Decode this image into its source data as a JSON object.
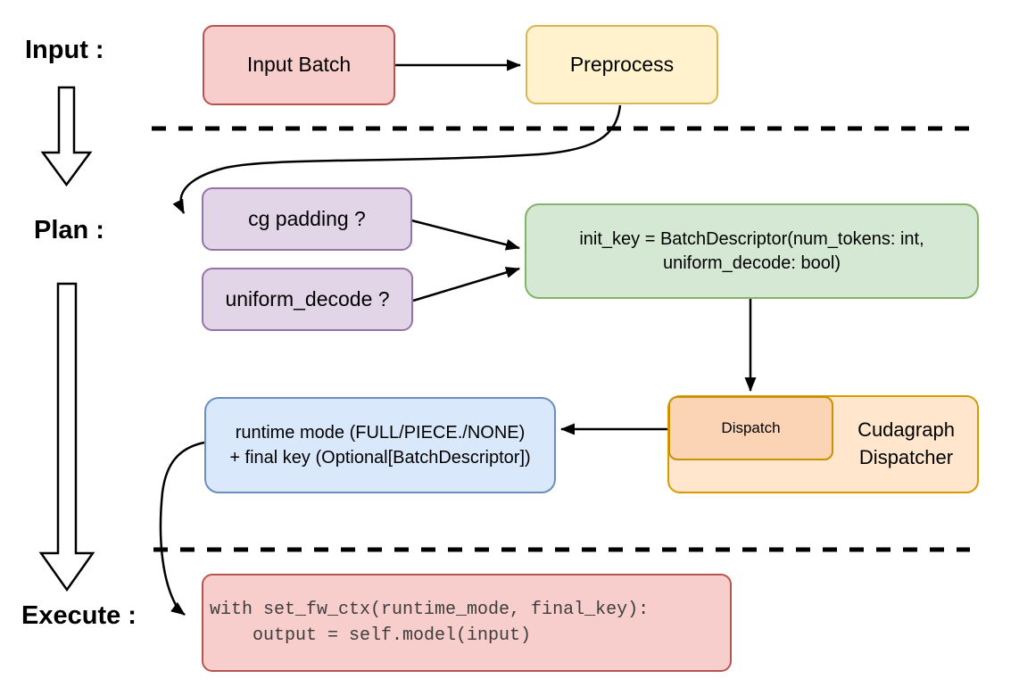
{
  "section_labels": {
    "input": "Input :",
    "plan": "Plan :",
    "execute": "Execute :"
  },
  "nodes": {
    "input_batch": {
      "label": "Input Batch",
      "fill": "#F8CECC",
      "stroke": "#B85450"
    },
    "preprocess": {
      "label": "Preprocess",
      "fill": "#FFF2CC",
      "stroke": "#D6B656"
    },
    "cg_padding": {
      "label": "cg padding ?",
      "fill": "#E1D5E7",
      "stroke": "#9673A6"
    },
    "uniform_decode": {
      "label": "uniform_decode ?",
      "fill": "#E1D5E7",
      "stroke": "#9673A6"
    },
    "init_key": {
      "line1": "init_key = BatchDescriptor(num_tokens: int,",
      "line2": "uniform_decode: bool)",
      "fill": "#D5E8D4",
      "stroke": "#82B366"
    },
    "runtime_mode": {
      "line1": "runtime mode (FULL/PIECE./NONE)",
      "line2": "+ final key (Optional[BatchDescriptor])",
      "fill": "#DAE8FC",
      "stroke": "#6C8EBF"
    },
    "dispatch": {
      "label": "Dispatch",
      "fill": "#FBD3B5",
      "stroke": "#C79100"
    },
    "cudagraph_dispatcher": {
      "line1": "Cudagraph",
      "line2": "Dispatcher",
      "fill": "#FFE6CC",
      "stroke": "#D79B00"
    },
    "execute_code": {
      "line1": "with set_fw_ctx(runtime_mode, final_key):",
      "line2": "    output = self.model(input)",
      "fill": "#F8CECC",
      "stroke": "#B85450"
    }
  }
}
